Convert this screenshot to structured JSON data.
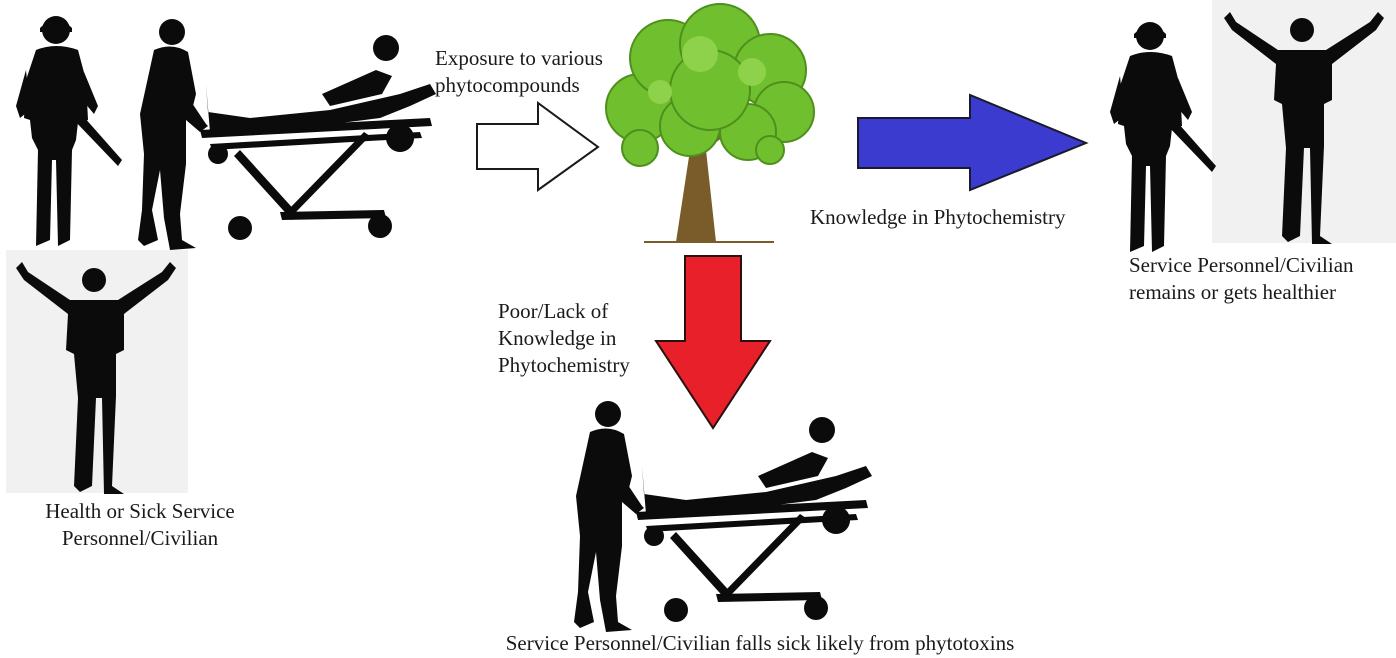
{
  "labels": {
    "exposure": [
      "Exposure to various",
      "phytocompounds"
    ],
    "knowledge": "Knowledge in Phytochemistry",
    "healthier": [
      "Service Personnel/Civilian",
      "remains or gets healthier"
    ],
    "poor": [
      "Poor/Lack of",
      "Knowledge in",
      "Phytochemistry"
    ],
    "initial": [
      "Health or Sick Service",
      "Personnel/Civilian"
    ],
    "sick": "Service Personnel/Civilian falls sick likely from phytotoxins"
  },
  "colors": {
    "silhouette": "#0b0b0b",
    "tree_crown": "#6fbf2e",
    "tree_trunk": "#7a5c2a",
    "arrow_exposure": "#ffffff",
    "arrow_knowledge": "#3b3bd0",
    "arrow_poor": "#e8202a"
  },
  "icons": [
    "soldier-icon",
    "paramedic-stretcher-icon",
    "celebrating-person-icon",
    "tree-icon"
  ]
}
